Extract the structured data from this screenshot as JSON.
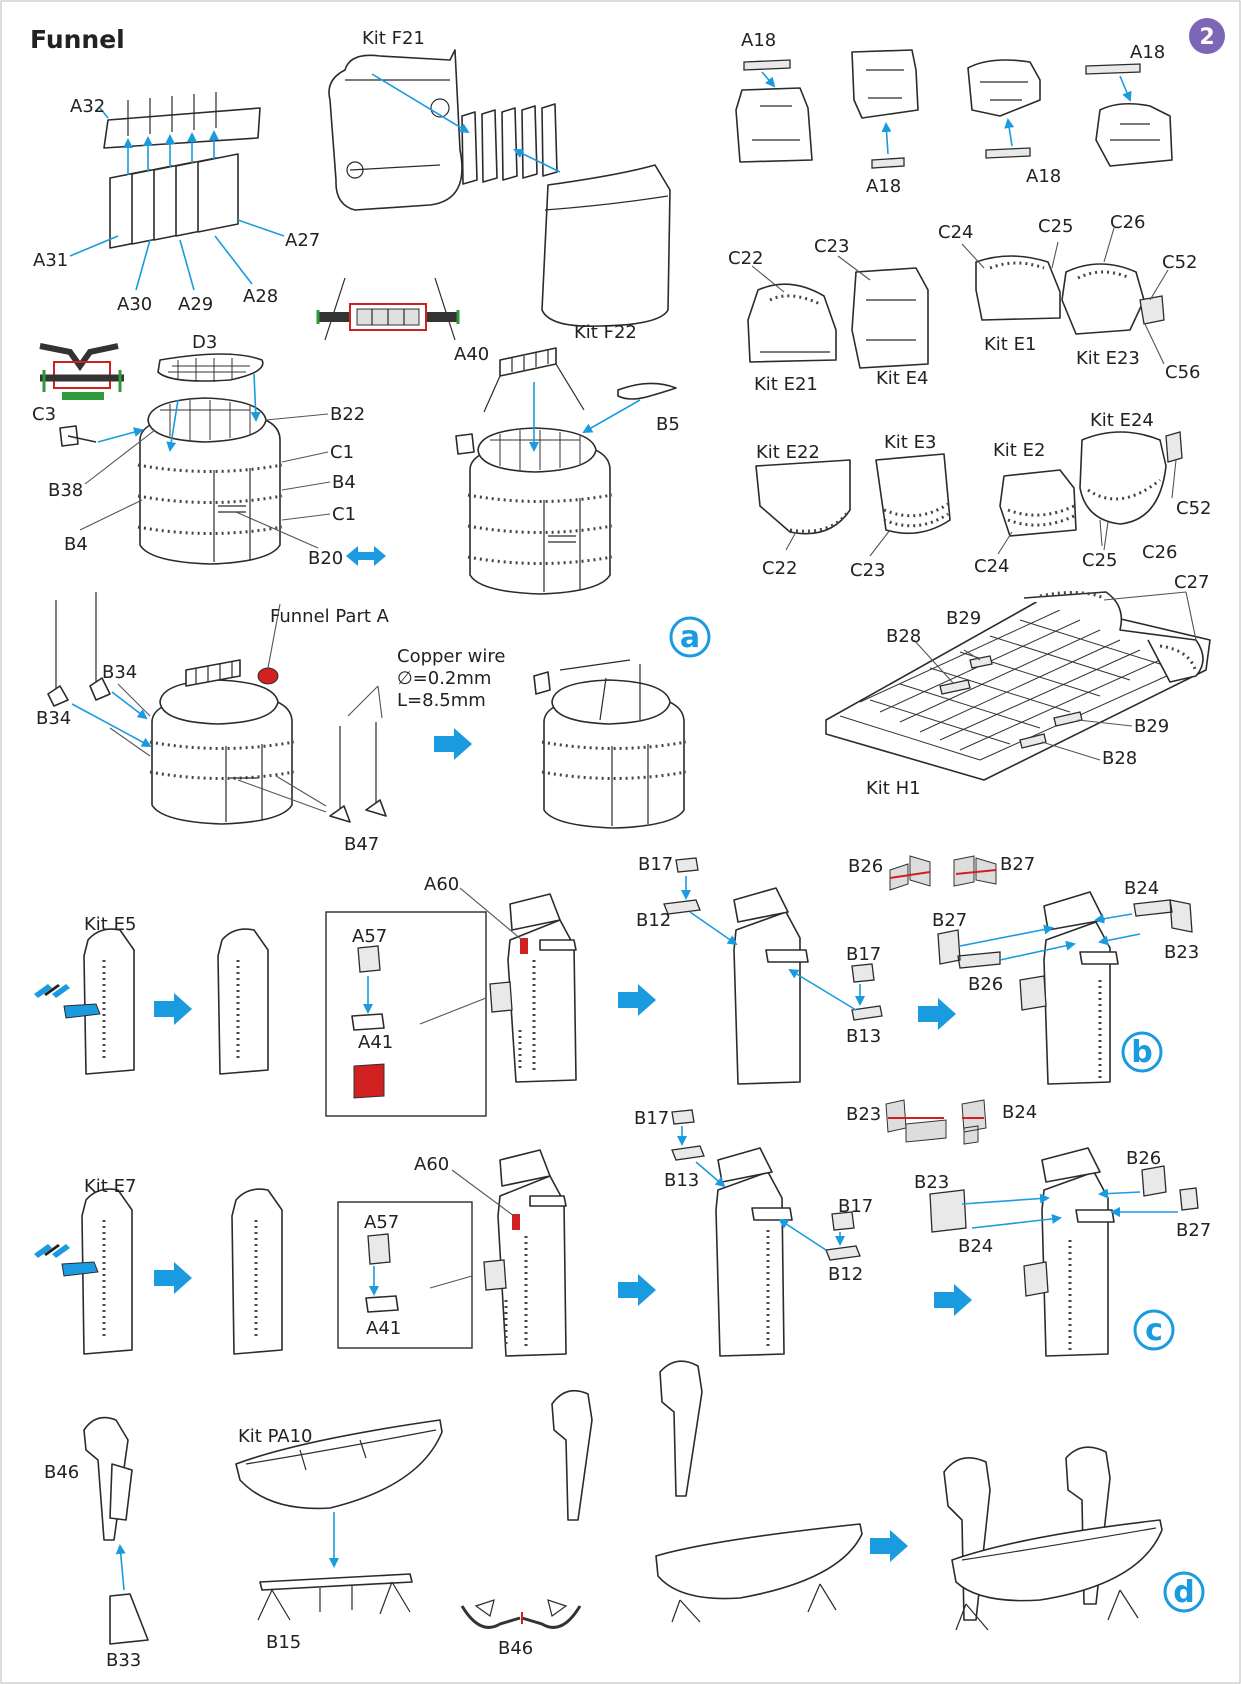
{
  "page": {
    "title": "Funnel",
    "page_number": "2"
  },
  "colors": {
    "accent": "#1a9be0",
    "page_badge": "#7b67b6",
    "highlight_red": "#d02020",
    "highlight_green": "#2e9a3a",
    "line": "#2b2b2b"
  },
  "icons": [
    "page-number-badge",
    "arrow-right-icon",
    "double-arrow-icon",
    "step-circle-a",
    "step-circle-b",
    "step-circle-c",
    "step-circle-d",
    "color-strip-icon"
  ],
  "funnel_fins": {
    "labels": [
      "A32",
      "A31",
      "A30",
      "A29",
      "A28",
      "A27"
    ]
  },
  "kit_f": {
    "labels": [
      "Kit F21",
      "Kit F22"
    ]
  },
  "funnel_assembly": {
    "labels": [
      "D3",
      "C3",
      "B38",
      "B4",
      "B22",
      "C1",
      "B4",
      "C1",
      "B20"
    ],
    "right_labels": [
      "A40",
      "B5"
    ]
  },
  "step_a": {
    "circle": "a",
    "labels": [
      "Funnel Part A",
      "B34",
      "B34",
      "B47"
    ],
    "wire": [
      "Copper wire",
      "∅=0.2mm",
      "L=8.5mm"
    ]
  },
  "platforms_top": {
    "labels": [
      "A18",
      "A18",
      "A18",
      "A18"
    ]
  },
  "platforms_mid": {
    "labels": [
      "C22",
      "C23",
      "C24",
      "C25",
      "C26",
      "C52",
      "C56",
      "Kit E21",
      "Kit E4",
      "Kit E1",
      "Kit E23"
    ]
  },
  "platforms_low": {
    "labels": [
      "Kit E22",
      "Kit E3",
      "Kit E2",
      "Kit E24",
      "C52",
      "C22",
      "C23",
      "C24",
      "C25",
      "C26"
    ]
  },
  "deck": {
    "labels": [
      "C27",
      "B29",
      "B28",
      "B29",
      "B28",
      "Kit H1"
    ]
  },
  "step_b": {
    "circle": "b",
    "labels": [
      "Kit E5",
      "A60",
      "A57",
      "A41",
      "B17",
      "B12",
      "B17",
      "B13",
      "B26",
      "B27",
      "B24",
      "B27",
      "B23",
      "B26"
    ]
  },
  "step_c": {
    "circle": "c",
    "labels": [
      "Kit E7",
      "A60",
      "A57",
      "A41",
      "B17",
      "B13",
      "B17",
      "B12",
      "B23",
      "B24",
      "B26",
      "B23",
      "B24",
      "B27"
    ]
  },
  "step_d": {
    "circle": "d",
    "labels": [
      "B46",
      "B33",
      "Kit PA10",
      "B15",
      "B46"
    ]
  }
}
